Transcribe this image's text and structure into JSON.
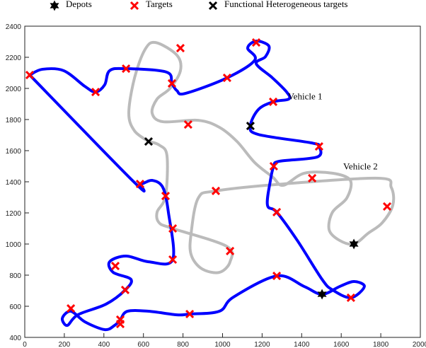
{
  "chart_data": {
    "type": "line",
    "xlim": [
      0,
      2000
    ],
    "ylim": [
      400,
      2400
    ],
    "xticks": [
      0,
      200,
      400,
      600,
      800,
      1000,
      1200,
      1400,
      1600,
      1800,
      2000
    ],
    "yticks": [
      400,
      600,
      800,
      1000,
      1200,
      1400,
      1600,
      1800,
      2000,
      2200,
      2400
    ],
    "grid": false,
    "legend": {
      "placement": "top",
      "entries": [
        {
          "label": "Depots",
          "marker": "star",
          "color": "#000000"
        },
        {
          "label": "Targets",
          "marker": "x",
          "color": "#ff0000"
        },
        {
          "label": "Functional Heterogeneous targets",
          "marker": "x",
          "color": "#000000"
        }
      ]
    },
    "series": [
      {
        "name": "Vehicle 1",
        "color": "#0000ff",
        "points": [
          [
            25,
            2086
          ],
          [
            89,
            2123
          ],
          [
            197,
            2114
          ],
          [
            304,
            2013
          ],
          [
            358,
            1977
          ],
          [
            404,
            2023
          ],
          [
            429,
            2114
          ],
          [
            512,
            2127
          ],
          [
            716,
            2105
          ],
          [
            744,
            2032
          ],
          [
            769,
            1986
          ],
          [
            812,
            1968
          ],
          [
            1023,
            2068
          ],
          [
            1163,
            2182
          ],
          [
            1127,
            2259
          ],
          [
            1170,
            2304
          ],
          [
            1234,
            2273
          ],
          [
            1217,
            2204
          ],
          [
            1170,
            2159
          ],
          [
            1252,
            2068
          ],
          [
            1324,
            1977
          ],
          [
            1335,
            1932
          ],
          [
            1256,
            1914
          ],
          [
            1181,
            1864
          ],
          [
            1141,
            1759
          ],
          [
            1181,
            1704
          ],
          [
            1449,
            1650
          ],
          [
            1488,
            1627
          ],
          [
            1478,
            1559
          ],
          [
            1288,
            1532
          ],
          [
            1259,
            1500
          ],
          [
            1242,
            1409
          ],
          [
            1227,
            1250
          ],
          [
            1274,
            1205
          ],
          [
            1378,
            1023
          ],
          [
            1503,
            773
          ],
          [
            1556,
            705
          ],
          [
            1649,
            655
          ],
          [
            1717,
            727
          ],
          [
            1664,
            759
          ],
          [
            1592,
            727
          ],
          [
            1503,
            677
          ],
          [
            1413,
            727
          ],
          [
            1274,
            795
          ],
          [
            1055,
            659
          ],
          [
            984,
            568
          ],
          [
            834,
            550
          ],
          [
            769,
            545
          ],
          [
            626,
            568
          ],
          [
            519,
            568
          ],
          [
            483,
            514
          ],
          [
            454,
            477
          ],
          [
            404,
            450
          ],
          [
            304,
            500
          ],
          [
            233,
            568
          ],
          [
            190,
            523
          ],
          [
            215,
            477
          ],
          [
            268,
            545
          ],
          [
            411,
            614
          ],
          [
            508,
            705
          ],
          [
            537,
            773
          ],
          [
            447,
            818
          ],
          [
            429,
            886
          ],
          [
            512,
            923
          ],
          [
            626,
            886
          ],
          [
            748,
            900
          ],
          [
            726,
            1205
          ],
          [
            698,
            1364
          ],
          [
            644,
            1409
          ],
          [
            590,
            1386
          ],
          [
            555,
            1395
          ],
          [
            25,
            2086
          ]
        ]
      },
      {
        "name": "Vehicle 2",
        "color": "#bbbbbb",
        "points": [
          [
            626,
            1659
          ],
          [
            555,
            1727
          ],
          [
            526,
            1841
          ],
          [
            555,
            2068
          ],
          [
            608,
            2250
          ],
          [
            662,
            2295
          ],
          [
            769,
            2214
          ],
          [
            787,
            2114
          ],
          [
            734,
            2000
          ],
          [
            669,
            1932
          ],
          [
            644,
            1841
          ],
          [
            698,
            1786
          ],
          [
            877,
            1795
          ],
          [
            984,
            1750
          ],
          [
            1073,
            1659
          ],
          [
            1163,
            1523
          ],
          [
            1252,
            1432
          ],
          [
            1306,
            1377
          ],
          [
            1413,
            1455
          ],
          [
            1556,
            1455
          ],
          [
            1646,
            1409
          ],
          [
            1628,
            1295
          ],
          [
            1556,
            1205
          ],
          [
            1539,
            1091
          ],
          [
            1592,
            1023
          ],
          [
            1664,
            1000
          ],
          [
            1735,
            1068
          ],
          [
            1807,
            1136
          ],
          [
            1861,
            1250
          ],
          [
            1853,
            1364
          ],
          [
            1789,
            1423
          ],
          [
            1306,
            1386
          ],
          [
            966,
            1341
          ],
          [
            877,
            1295
          ],
          [
            841,
            1068
          ],
          [
            841,
            932
          ],
          [
            895,
            841
          ],
          [
            984,
            818
          ],
          [
            1038,
            886
          ],
          [
            1020,
            986
          ],
          [
            748,
            1100
          ],
          [
            680,
            1136
          ],
          [
            669,
            1205
          ],
          [
            712,
            1309
          ],
          [
            719,
            1568
          ],
          [
            680,
            1636
          ],
          [
            626,
            1659
          ]
        ]
      }
    ],
    "targets": [
      [
        25,
        2086
      ],
      [
        358,
        1977
      ],
      [
        512,
        2127
      ],
      [
        787,
        2259
      ],
      [
        744,
        2032
      ],
      [
        1023,
        2068
      ],
      [
        1170,
        2295
      ],
      [
        1256,
        1914
      ],
      [
        826,
        1768
      ],
      [
        1488,
        1627
      ],
      [
        1259,
        1500
      ],
      [
        1453,
        1423
      ],
      [
        583,
        1386
      ],
      [
        966,
        1341
      ],
      [
        712,
        1309
      ],
      [
        1274,
        1205
      ],
      [
        1832,
        1241
      ],
      [
        748,
        1100
      ],
      [
        1038,
        955
      ],
      [
        748,
        900
      ],
      [
        458,
        859
      ],
      [
        1274,
        795
      ],
      [
        508,
        705
      ],
      [
        1649,
        655
      ],
      [
        233,
        586
      ],
      [
        834,
        550
      ],
      [
        483,
        514
      ],
      [
        483,
        486
      ]
    ],
    "functional_targets": [
      [
        626,
        1659
      ],
      [
        1141,
        1759
      ]
    ],
    "depots": [
      [
        1664,
        1000
      ],
      [
        1503,
        677
      ]
    ],
    "annotations": [
      {
        "text": "Vehicle 1",
        "x": 1330,
        "y": 1930
      },
      {
        "text": "Vehicle 2",
        "x": 1610,
        "y": 1480
      }
    ]
  }
}
